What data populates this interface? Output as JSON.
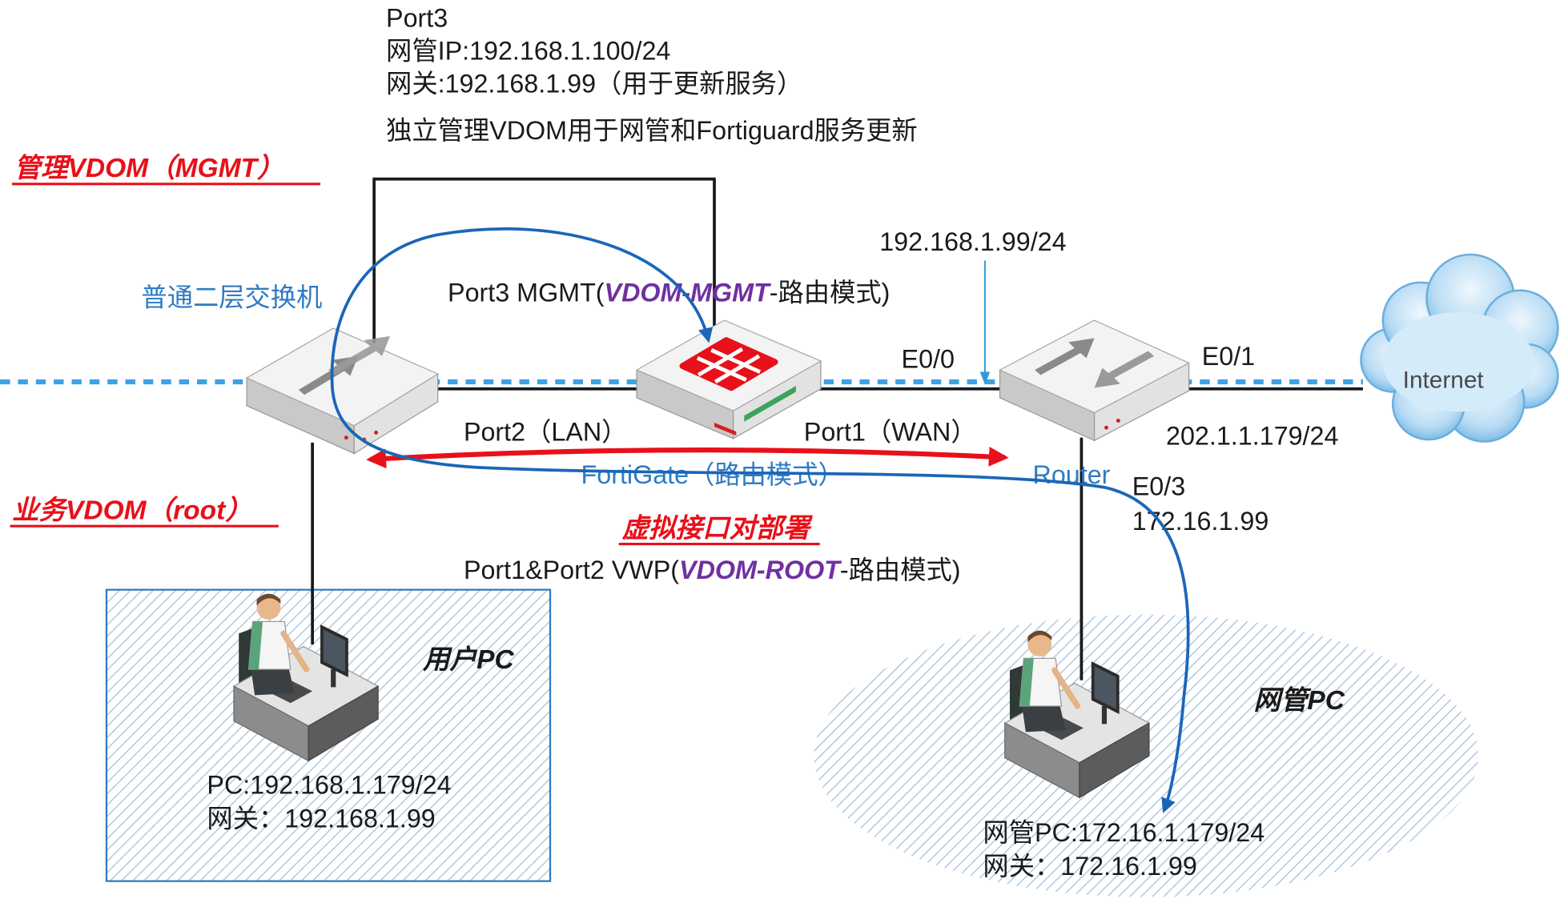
{
  "top_note": {
    "port": "Port3",
    "mgmt_ip": "网管IP:192.168.1.100/24",
    "gateway": "网关:192.168.1.99（用于更新服务）",
    "description": "独立管理VDOM用于网管和Fortiguard服务更新"
  },
  "vdom_labels": {
    "mgmt": "管理VDOM（MGMT）",
    "root": "业务VDOM（root）",
    "vwp": "虚拟接口对部署"
  },
  "devices": {
    "switch": "普通二层交换机",
    "fortigate": "FortiGate（路由模式）",
    "router": "Router",
    "internet": "Internet"
  },
  "port3_mgmt": {
    "prefix": "Port3 MGMT(",
    "vdom": "VDOM-MGMT",
    "suffix": "-路由模式)"
  },
  "vwp_line": {
    "prefix": "Port1&Port2 VWP(",
    "vdom": "VDOM-ROOT",
    "suffix": "-路由模式)"
  },
  "interfaces": {
    "router_e00_ip": "192.168.1.99/24",
    "e00": "E0/0",
    "e01": "E0/1",
    "e01_ip": "202.1.1.179/24",
    "e03": "E0/3",
    "e03_ip": "172.16.1.99",
    "port2": "Port2（LAN）",
    "port1": "Port1（WAN）"
  },
  "user_pc": {
    "title": "用户PC",
    "ip": "PC:192.168.1.179/24",
    "gateway": "网关：192.168.1.99"
  },
  "admin_pc": {
    "title": "网管PC",
    "ip": "网管PC:172.16.1.179/24",
    "gateway": "网关：172.16.1.99"
  },
  "colors": {
    "red": "#e8101a",
    "purple": "#7030a0",
    "blue_text": "#2e7bc4",
    "flow_blue": "#1a66b8",
    "dashed_blue": "#3ba3e3",
    "hatch": "#a9c4de"
  }
}
